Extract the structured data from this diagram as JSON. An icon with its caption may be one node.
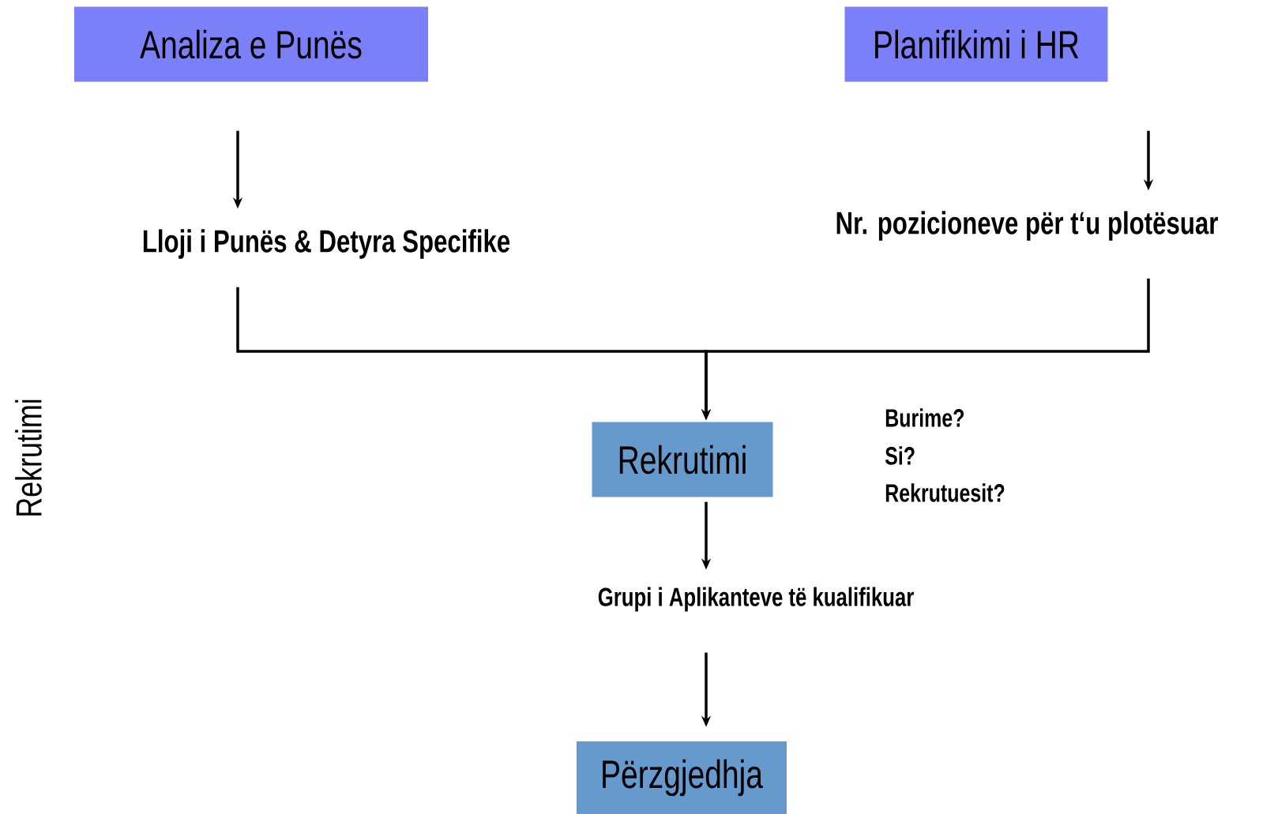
{
  "diagram": {
    "nodes": [
      {
        "text": [
          "Analiza e Punës"
        ]
      },
      {
        "text": [
          "Planifikimi i HR"
        ]
      },
      {
        "text": [
          "Lloji i Punës & Detyra Specifike"
        ]
      },
      {
        "text": [
          "Nr. pozicioneve për t‘u plotësuar"
        ]
      },
      {
        "text": [
          "Rekrutimi"
        ]
      },
      {
        "text": [
          "Grupi i Aplikanteve të kualifikuar"
        ]
      },
      {
        "text": [
          "Përzgjedhja"
        ]
      }
    ],
    "edges": [
      {
        "from": 0,
        "to": 2,
        "arrow": "to"
      },
      {
        "from": 1,
        "to": 3,
        "arrow": "to"
      },
      {
        "from": 2,
        "to": 4,
        "arrow": "to"
      },
      {
        "from": 3,
        "to": 4,
        "arrow": "to"
      },
      {
        "from": 4,
        "to": 5,
        "arrow": "to"
      },
      {
        "from": 5,
        "to": 6,
        "arrow": "to"
      }
    ],
    "labels": [
      "Rekrutimi",
      "Burime?",
      "Si?",
      "Rekrutuesit?"
    ]
  }
}
